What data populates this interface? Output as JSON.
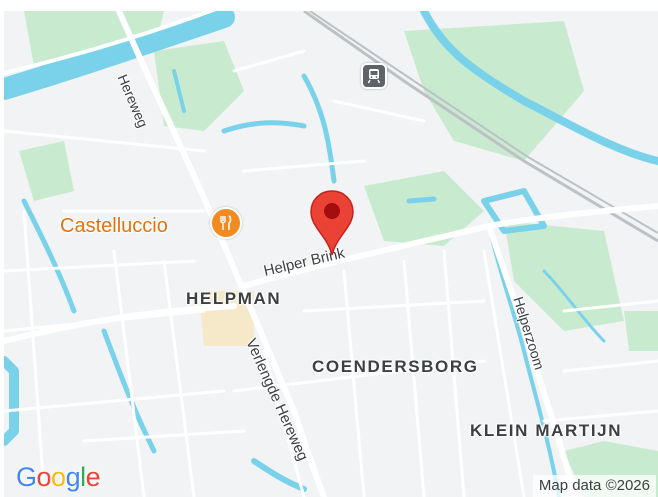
{
  "map": {
    "area_labels": [
      {
        "id": "helpman",
        "text": "HELPMAN"
      },
      {
        "id": "coendersborg",
        "text": "COENDERSBORG"
      },
      {
        "id": "klein_martijn",
        "text": "KLEIN MARTIJN"
      }
    ],
    "street_labels": [
      {
        "id": "herewegn",
        "text": "Hereweg"
      },
      {
        "id": "helper_brink",
        "text": "Helper Brink"
      },
      {
        "id": "verlengde_hereweg",
        "text": "Verlengde Hereweg"
      },
      {
        "id": "helperzoom",
        "text": "Helperzoom"
      }
    ],
    "poi": {
      "name": "Castelluccio",
      "category_icon": "restaurant-icon",
      "color": "#e8710a"
    },
    "transit_icon": "train-station-icon",
    "marker": {
      "icon": "map-pin-icon",
      "color": "#ea4335"
    },
    "branding": {
      "logo_text": "Google",
      "attribution": "Map data ©2026"
    },
    "colors": {
      "water": "#7ad2ea",
      "park": "#c8ebd0",
      "land": "#f1f3f4",
      "road": "#ffffff",
      "rail": "#bdc1c6"
    }
  }
}
